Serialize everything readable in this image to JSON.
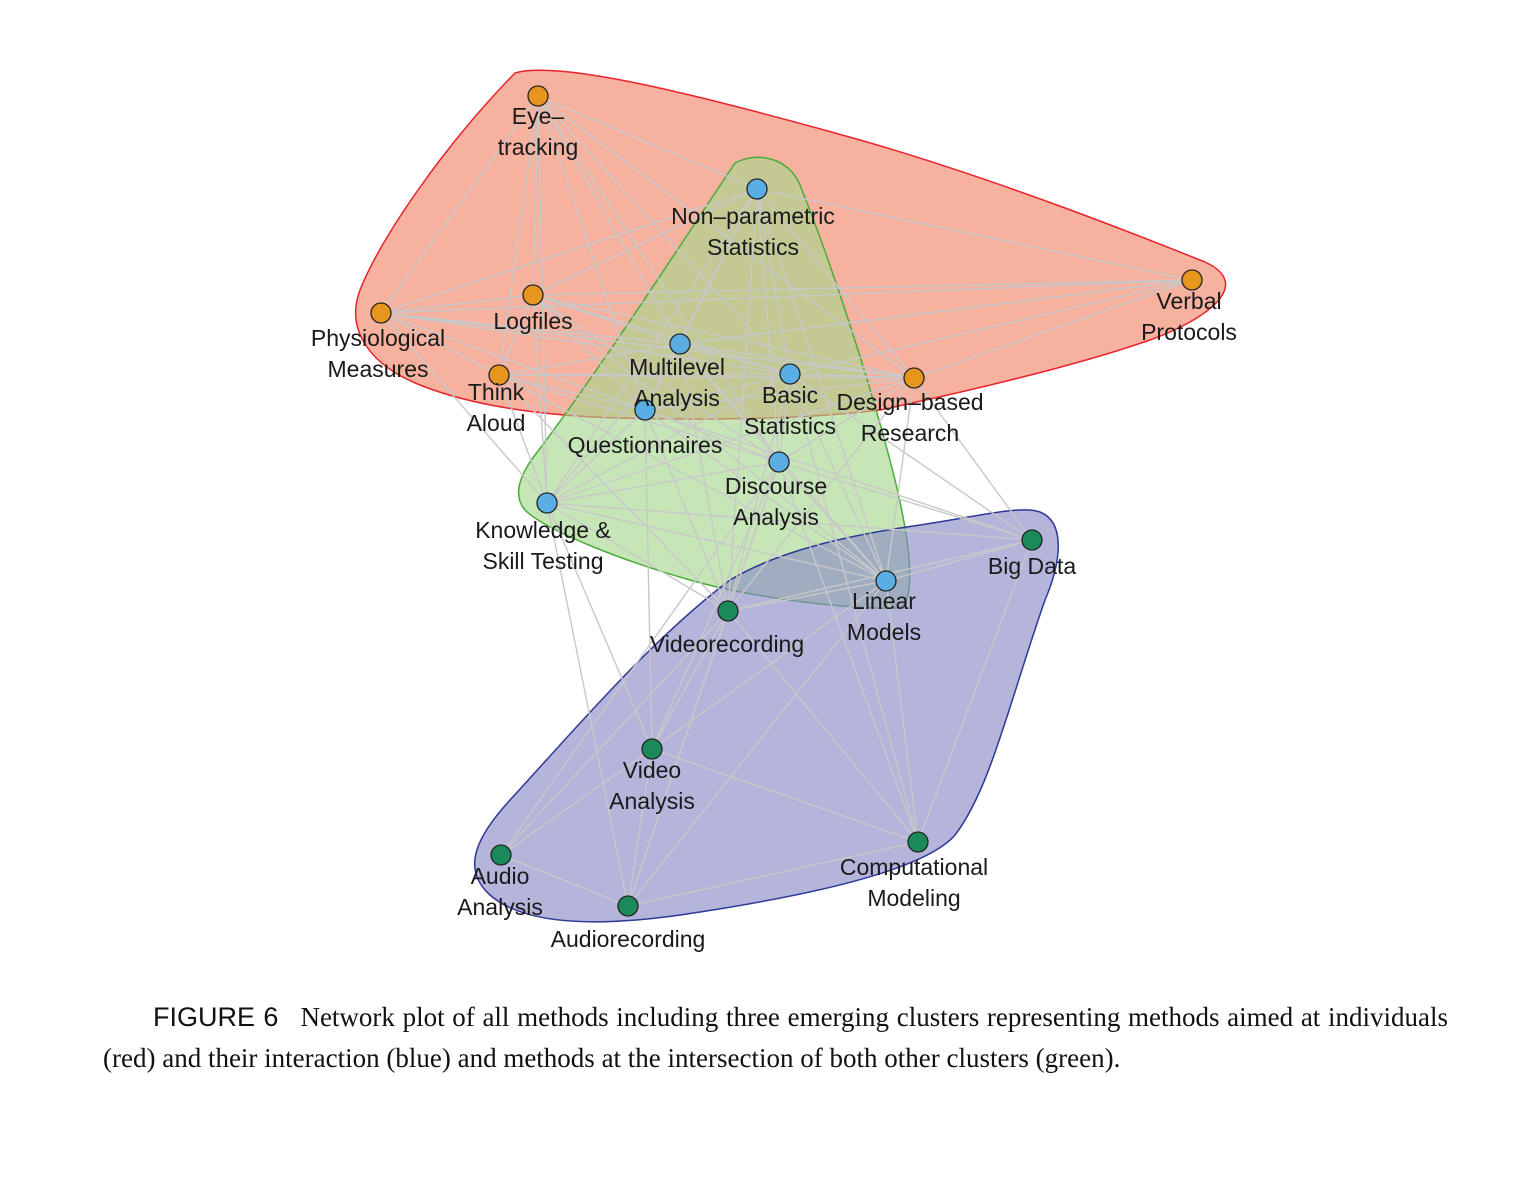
{
  "caption": {
    "label": "FIGURE 6",
    "text": "Network plot of all methods including three emerging clusters representing methods aimed at individuals (red) and their interaction (blue) and methods at the intersection of both other clusters (green)."
  },
  "colors": {
    "red_hull_fill": "#f4937a",
    "red_hull_stroke": "#e8232b",
    "green_hull_fill": "#a5d68a",
    "green_hull_stroke": "#4aac3a",
    "blue_hull_fill": "#8787c5",
    "blue_hull_stroke": "#2c3996",
    "edge": "#c8c8c8",
    "node_orange": "#e8951e",
    "node_blue": "#5aaee3",
    "node_green": "#1b8a5a",
    "node_stroke": "#222222"
  },
  "clusters": [
    {
      "id": "red",
      "fill": "#f4937a",
      "stroke": "#e8232b"
    },
    {
      "id": "green",
      "fill": "#a5d68a",
      "stroke": "#4aac3a"
    },
    {
      "id": "blue",
      "fill": "#8787c5",
      "stroke": "#2c3996"
    }
  ],
  "nodes": [
    {
      "id": "eye",
      "label": [
        "Eye–",
        "tracking"
      ],
      "group": "orange"
    },
    {
      "id": "nonparam",
      "label": [
        "Non–parametric",
        "Statistics"
      ],
      "group": "blue"
    },
    {
      "id": "verbal",
      "label": [
        "Verbal",
        "Protocols"
      ],
      "group": "orange"
    },
    {
      "id": "physio",
      "label": [
        "Physiological",
        "Measures"
      ],
      "group": "orange"
    },
    {
      "id": "logfiles",
      "label": [
        "Logfiles"
      ],
      "group": "orange"
    },
    {
      "id": "multilevel",
      "label": [
        "Multilevel",
        "Analysis"
      ],
      "group": "blue"
    },
    {
      "id": "think",
      "label": [
        "Think",
        "Aloud"
      ],
      "group": "orange"
    },
    {
      "id": "basic",
      "label": [
        "Basic",
        "Statistics"
      ],
      "group": "blue"
    },
    {
      "id": "design",
      "label": [
        "Design–based",
        "Research"
      ],
      "group": "orange"
    },
    {
      "id": "question",
      "label": [
        "Questionnaires"
      ],
      "group": "blue"
    },
    {
      "id": "discourse",
      "label": [
        "Discourse",
        "Analysis"
      ],
      "group": "blue"
    },
    {
      "id": "knowledge",
      "label": [
        "Knowledge &",
        "Skill Testing"
      ],
      "group": "blue"
    },
    {
      "id": "bigdata",
      "label": [
        "Big Data"
      ],
      "group": "green"
    },
    {
      "id": "linear",
      "label": [
        "Linear",
        "Models"
      ],
      "group": "blue"
    },
    {
      "id": "videorec",
      "label": [
        "Videorecording"
      ],
      "group": "green"
    },
    {
      "id": "videoan",
      "label": [
        "Video",
        "Analysis"
      ],
      "group": "green"
    },
    {
      "id": "comp",
      "label": [
        "Computational",
        "Modeling"
      ],
      "group": "green"
    },
    {
      "id": "audioan",
      "label": [
        "Audio",
        "Analysis"
      ],
      "group": "green"
    },
    {
      "id": "audiorec",
      "label": [
        "Audiorecording"
      ],
      "group": "green"
    }
  ],
  "edges": [
    [
      "eye",
      "nonparam"
    ],
    [
      "eye",
      "physio"
    ],
    [
      "eye",
      "logfiles"
    ],
    [
      "eye",
      "think"
    ],
    [
      "eye",
      "multilevel"
    ],
    [
      "eye",
      "basic"
    ],
    [
      "eye",
      "question"
    ],
    [
      "eye",
      "design"
    ],
    [
      "eye",
      "discourse"
    ],
    [
      "eye",
      "knowledge"
    ],
    [
      "physio",
      "logfiles"
    ],
    [
      "physio",
      "think"
    ],
    [
      "physio",
      "multilevel"
    ],
    [
      "physio",
      "basic"
    ],
    [
      "physio",
      "question"
    ],
    [
      "physio",
      "design"
    ],
    [
      "physio",
      "nonparam"
    ],
    [
      "physio",
      "knowledge"
    ],
    [
      "logfiles",
      "think"
    ],
    [
      "logfiles",
      "multilevel"
    ],
    [
      "logfiles",
      "basic"
    ],
    [
      "logfiles",
      "question"
    ],
    [
      "logfiles",
      "design"
    ],
    [
      "logfiles",
      "nonparam"
    ],
    [
      "logfiles",
      "discourse"
    ],
    [
      "logfiles",
      "knowledge"
    ],
    [
      "logfiles",
      "linear"
    ],
    [
      "think",
      "multilevel"
    ],
    [
      "think",
      "basic"
    ],
    [
      "think",
      "question"
    ],
    [
      "think",
      "discourse"
    ],
    [
      "think",
      "knowledge"
    ],
    [
      "think",
      "design"
    ],
    [
      "think",
      "linear"
    ],
    [
      "think",
      "videorec"
    ],
    [
      "nonparam",
      "multilevel"
    ],
    [
      "nonparam",
      "basic"
    ],
    [
      "nonparam",
      "question"
    ],
    [
      "nonparam",
      "design"
    ],
    [
      "nonparam",
      "discourse"
    ],
    [
      "nonparam",
      "knowledge"
    ],
    [
      "nonparam",
      "linear"
    ],
    [
      "nonparam",
      "verbal"
    ],
    [
      "nonparam",
      "videorec"
    ],
    [
      "verbal",
      "design"
    ],
    [
      "verbal",
      "basic"
    ],
    [
      "verbal",
      "multilevel"
    ],
    [
      "verbal",
      "physio"
    ],
    [
      "verbal",
      "logfiles"
    ],
    [
      "multilevel",
      "basic"
    ],
    [
      "multilevel",
      "question"
    ],
    [
      "multilevel",
      "design"
    ],
    [
      "multilevel",
      "discourse"
    ],
    [
      "multilevel",
      "knowledge"
    ],
    [
      "multilevel",
      "linear"
    ],
    [
      "multilevel",
      "videorec"
    ],
    [
      "basic",
      "question"
    ],
    [
      "basic",
      "design"
    ],
    [
      "basic",
      "discourse"
    ],
    [
      "basic",
      "knowledge"
    ],
    [
      "basic",
      "linear"
    ],
    [
      "basic",
      "videorec"
    ],
    [
      "basic",
      "bigdata"
    ],
    [
      "basic",
      "comp"
    ],
    [
      "design",
      "question"
    ],
    [
      "design",
      "discourse"
    ],
    [
      "design",
      "linear"
    ],
    [
      "design",
      "bigdata"
    ],
    [
      "design",
      "knowledge"
    ],
    [
      "design",
      "videorec"
    ],
    [
      "question",
      "discourse"
    ],
    [
      "question",
      "knowledge"
    ],
    [
      "question",
      "linear"
    ],
    [
      "question",
      "videorec"
    ],
    [
      "question",
      "videoan"
    ],
    [
      "question",
      "bigdata"
    ],
    [
      "discourse",
      "knowledge"
    ],
    [
      "discourse",
      "linear"
    ],
    [
      "discourse",
      "videorec"
    ],
    [
      "discourse",
      "videoan"
    ],
    [
      "discourse",
      "audioan"
    ],
    [
      "discourse",
      "audiorec"
    ],
    [
      "discourse",
      "comp"
    ],
    [
      "discourse",
      "bigdata"
    ],
    [
      "knowledge",
      "linear"
    ],
    [
      "knowledge",
      "videorec"
    ],
    [
      "knowledge",
      "videoan"
    ],
    [
      "knowledge",
      "audiorec"
    ],
    [
      "knowledge",
      "bigdata"
    ],
    [
      "linear",
      "videorec"
    ],
    [
      "linear",
      "bigdata"
    ],
    [
      "linear",
      "comp"
    ],
    [
      "linear",
      "videoan"
    ],
    [
      "linear",
      "audiorec"
    ],
    [
      "videorec",
      "videoan"
    ],
    [
      "videorec",
      "audioan"
    ],
    [
      "videorec",
      "audiorec"
    ],
    [
      "videorec",
      "comp"
    ],
    [
      "videoan",
      "audioan"
    ],
    [
      "videoan",
      "audiorec"
    ],
    [
      "videoan",
      "comp"
    ],
    [
      "audioan",
      "audiorec"
    ],
    [
      "bigdata",
      "comp"
    ],
    [
      "bigdata",
      "videorec"
    ],
    [
      "comp",
      "audiorec"
    ]
  ]
}
